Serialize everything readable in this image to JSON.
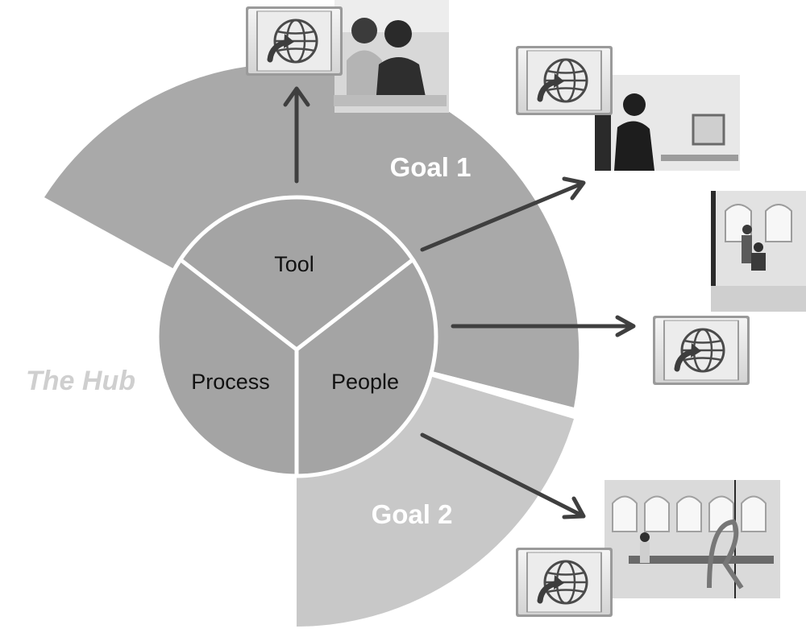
{
  "hub": {
    "label": "The Hub",
    "segments": [
      {
        "label": "Tool"
      },
      {
        "label": "Process"
      },
      {
        "label": "People"
      }
    ]
  },
  "goals": [
    {
      "label": "Goal 1"
    },
    {
      "label": "Goal 2"
    }
  ],
  "icons": [
    "globe-window-icon"
  ],
  "photos": [
    {
      "subject": "two people at laptop"
    },
    {
      "subject": "woman at computer"
    },
    {
      "subject": "people in office with arched windows"
    },
    {
      "subject": "conference room with arched windows"
    }
  ],
  "colors": {
    "goal1": "#a9a9a9",
    "goal2": "#c8c8c8",
    "hub": "#a4a4a4",
    "hub_border": "#ffffff",
    "arrow": "#3f3f3f",
    "hub_label": "#cfcfcf",
    "goal_text": "#ffffff"
  }
}
